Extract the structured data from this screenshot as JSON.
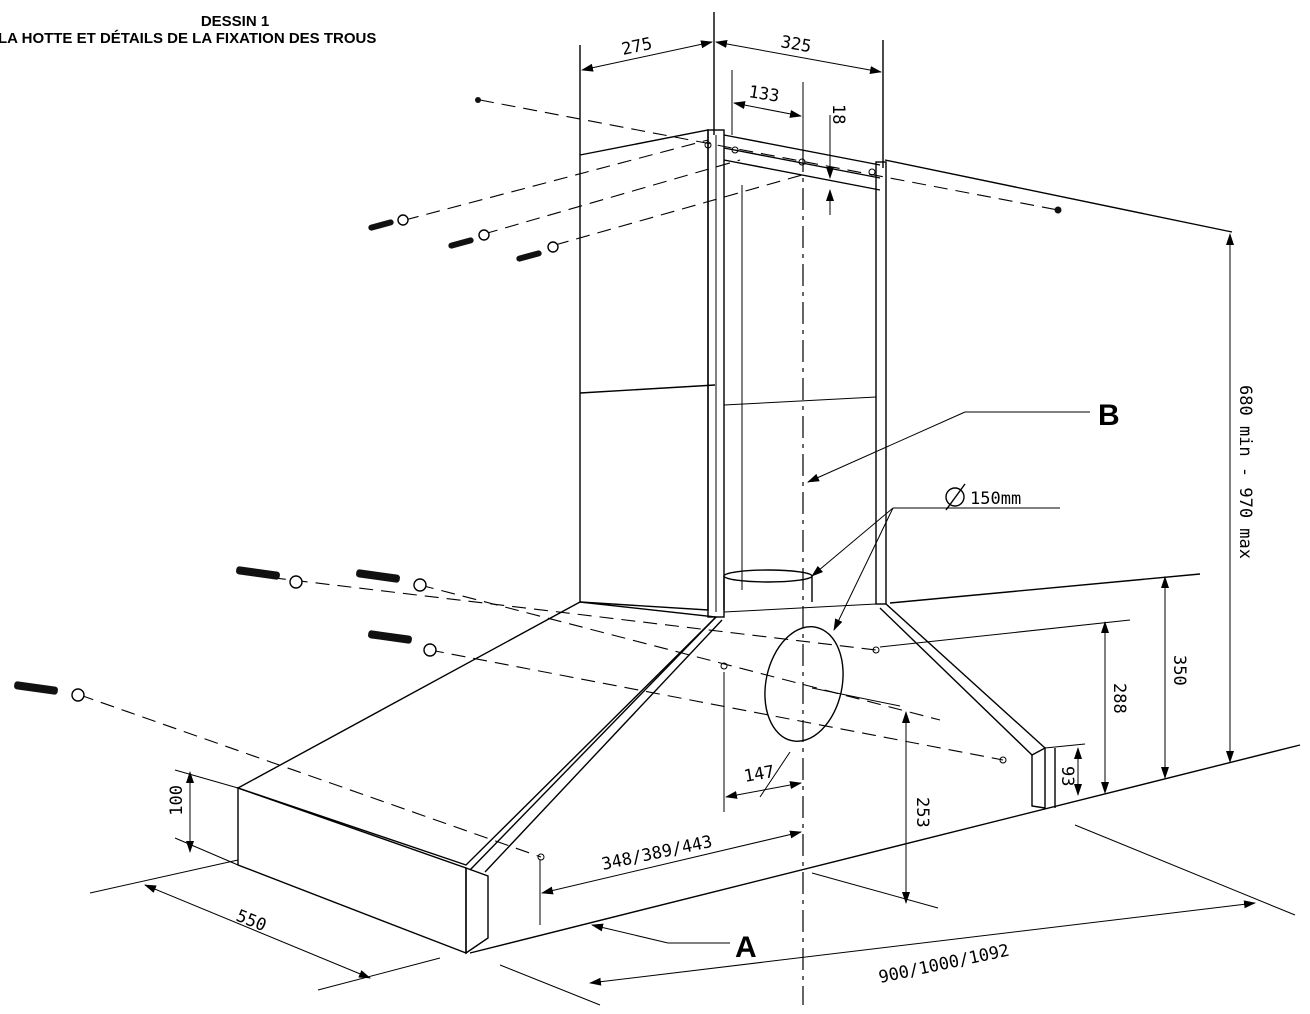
{
  "drawing": {
    "title": "DESSIN 1",
    "subtitle": "LA HOTTE ET DÉTAILS DE LA FIXATION DES TROUS"
  },
  "labels": {
    "A": "A",
    "B": "B"
  },
  "dimensions": {
    "d275": "275",
    "d325": "325",
    "d133": "133",
    "d18": "18",
    "d680_970": "680 min - 970 max",
    "d150": "150mm",
    "d350": "350",
    "d288": "288",
    "d93": "93",
    "d100": "100",
    "d147": "147",
    "d253": "253",
    "d348": "348/389/443",
    "d550": "550",
    "d900": "900/1000/1092"
  }
}
